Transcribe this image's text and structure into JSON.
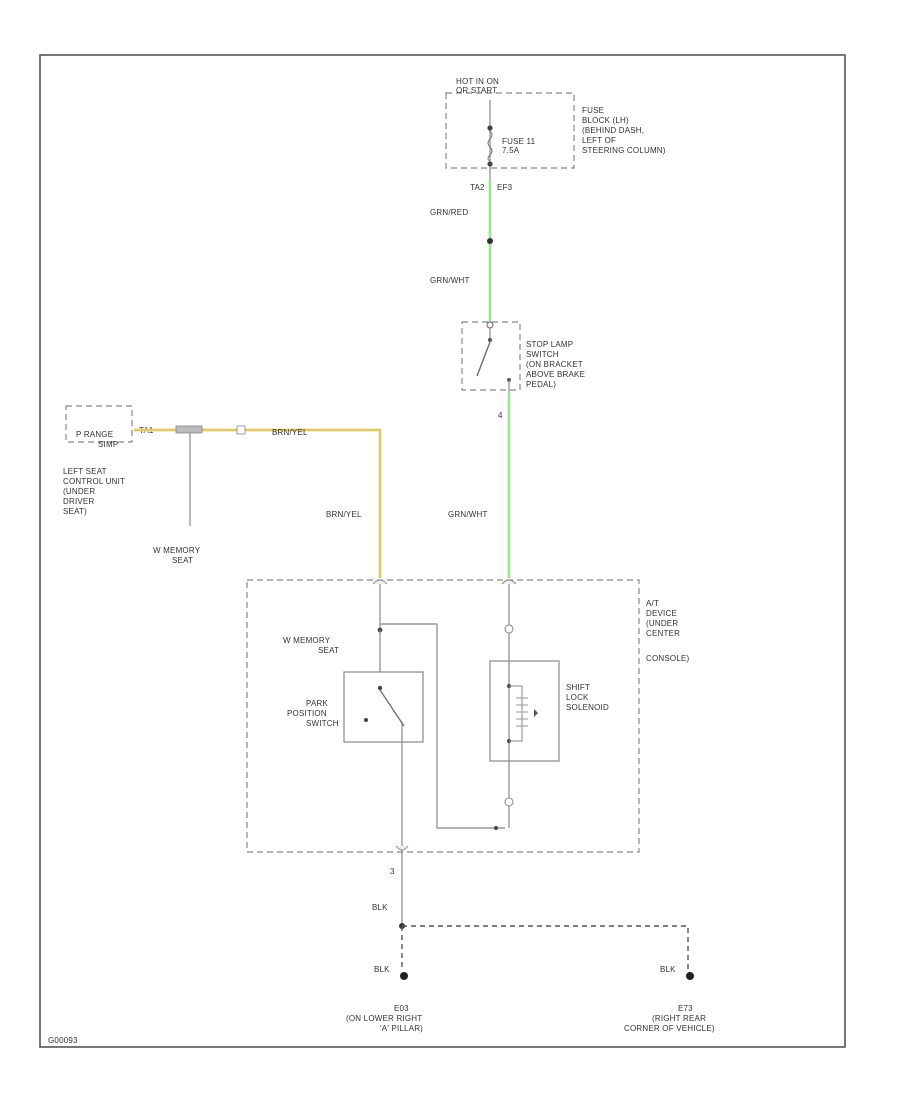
{
  "colors": {
    "green_wire": "#b8ecb0",
    "yellow_wire": "#eed98a",
    "gray_wire": "#888888",
    "frame": "#555555",
    "text": "#333333"
  },
  "fuse_block": {
    "header_lines": [
      "HOT IN ON",
      "OR START"
    ],
    "fuse_lines": [
      "FUSE 11",
      "7.5A"
    ],
    "location_lines": [
      "FUSE",
      "BLOCK (LH)",
      "(BEHIND DASH,",
      "LEFT OF",
      "STEERING COLUMN)"
    ],
    "connector_left": "TA2",
    "connector_right": "EF3"
  },
  "wires": {
    "upper_green": "GRN/RED",
    "green_mid": "GRN/WHT",
    "green_lower": "GRN/WHT",
    "yellow_horizontal": "BRN/YEL",
    "yellow_vertical": "BRN/YEL",
    "ground_upper": "BLK",
    "ground_left": "BLK",
    "ground_right": "BLK"
  },
  "stop_lamp_switch": {
    "lines": [
      "STOP LAMP",
      "SWITCH",
      "(ON BRACKET",
      "ABOVE BRAKE",
      "PEDAL)"
    ],
    "pin": "4"
  },
  "seat_unit": {
    "box_lines": [
      "P RANGE",
      "SIMP"
    ],
    "pin": "TA1",
    "lines": [
      "LEFT SEAT",
      "CONTROL UNIT",
      "(UNDER",
      "DRIVER",
      "SEAT)"
    ],
    "memory_note": [
      "W MEMORY",
      "SEAT"
    ]
  },
  "at_device": {
    "lines": [
      "A/T",
      "DEVICE",
      "(UNDER",
      "CENTER",
      "CONSOLE)"
    ],
    "memory_note": [
      "W MEMORY",
      "SEAT"
    ],
    "park_switch_lines": [
      "PARK",
      "POSITION",
      "SWITCH"
    ],
    "solenoid_lines": [
      "SHIFT",
      "LOCK",
      "SOLENOID"
    ],
    "ground_pin": "3"
  },
  "grounds": {
    "left": {
      "id": "E03",
      "lines": [
        "(ON LOWER RIGHT",
        "'A' PILLAR)"
      ]
    },
    "right": {
      "id": "E73",
      "lines": [
        "(RIGHT REAR",
        "CORNER OF VEHICLE)"
      ]
    }
  },
  "figure_code": "G00093"
}
